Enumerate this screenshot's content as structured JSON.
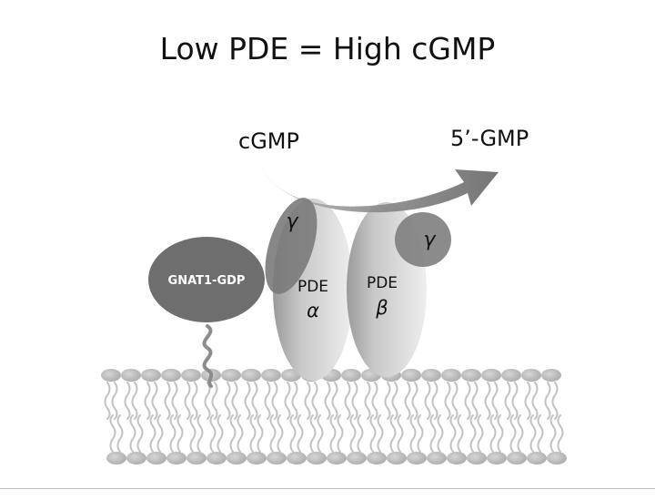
{
  "slide": {
    "title": "Low PDE = High cGMP"
  },
  "diagram": {
    "substrate_label": "cGMP",
    "product_label": "5’-GMP",
    "transducin_label": "GNAT1-GDP",
    "pde_alpha_label": "PDE",
    "pde_alpha_greek": "α",
    "pde_beta_label": "PDE",
    "pde_beta_greek": "β",
    "gamma_left_label": "γ",
    "gamma_right_label": "γ"
  }
}
